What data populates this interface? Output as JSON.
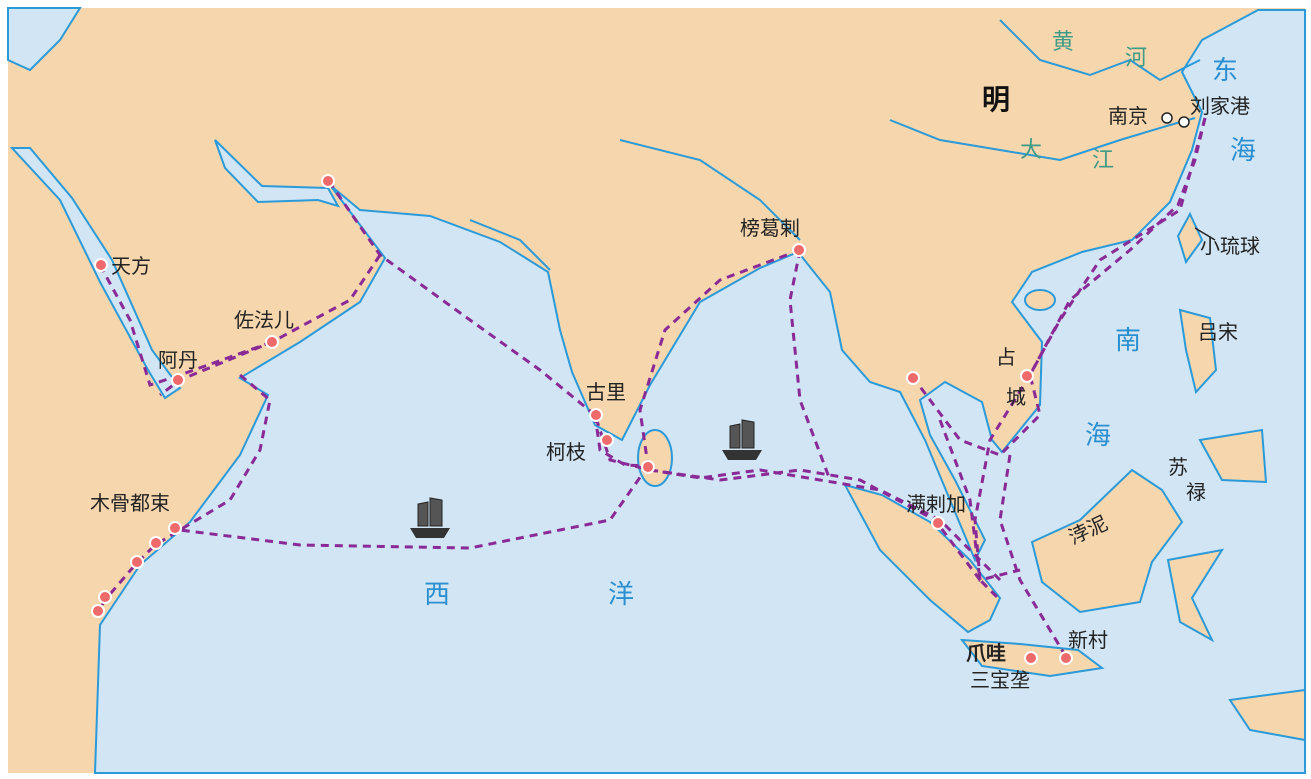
{
  "colors": {
    "land": "#f6d6ad",
    "sea": "#d1e5f4",
    "coast": "#2b9ad8",
    "route": "#8a2a97",
    "port": "#ef6a6a"
  },
  "country": "明",
  "rivers": {
    "huanghe": [
      "黄",
      "河"
    ],
    "dajiang": [
      "大",
      "江"
    ]
  },
  "seas": {
    "donghai": [
      "东",
      "海"
    ],
    "nanhai": [
      "南",
      "海"
    ],
    "xiyang": [
      "西",
      "洋"
    ]
  },
  "places": {
    "nanjing": "南京",
    "liujiagang": "刘家港",
    "banggela": "榜葛剌",
    "xiaoliuqiu": "小琉球",
    "lusong": "吕宋",
    "zhancheng": [
      "占",
      "城"
    ],
    "sulu": [
      "苏",
      "禄"
    ],
    "boni": "浡泥",
    "manlajia": "满剌加",
    "xincun": "新村",
    "zhaowa": "爪哇",
    "sanbaolong": "三宝垄",
    "guli": "古里",
    "kezhi": "柯枝",
    "tianfang": "天方",
    "adan": "阿丹",
    "zuofaer": "佐法儿",
    "mugudushu": "木骨都束"
  },
  "legend_icons": [
    "treasure-ship-icon",
    "port-dot-icon",
    "route-dashed-line"
  ]
}
